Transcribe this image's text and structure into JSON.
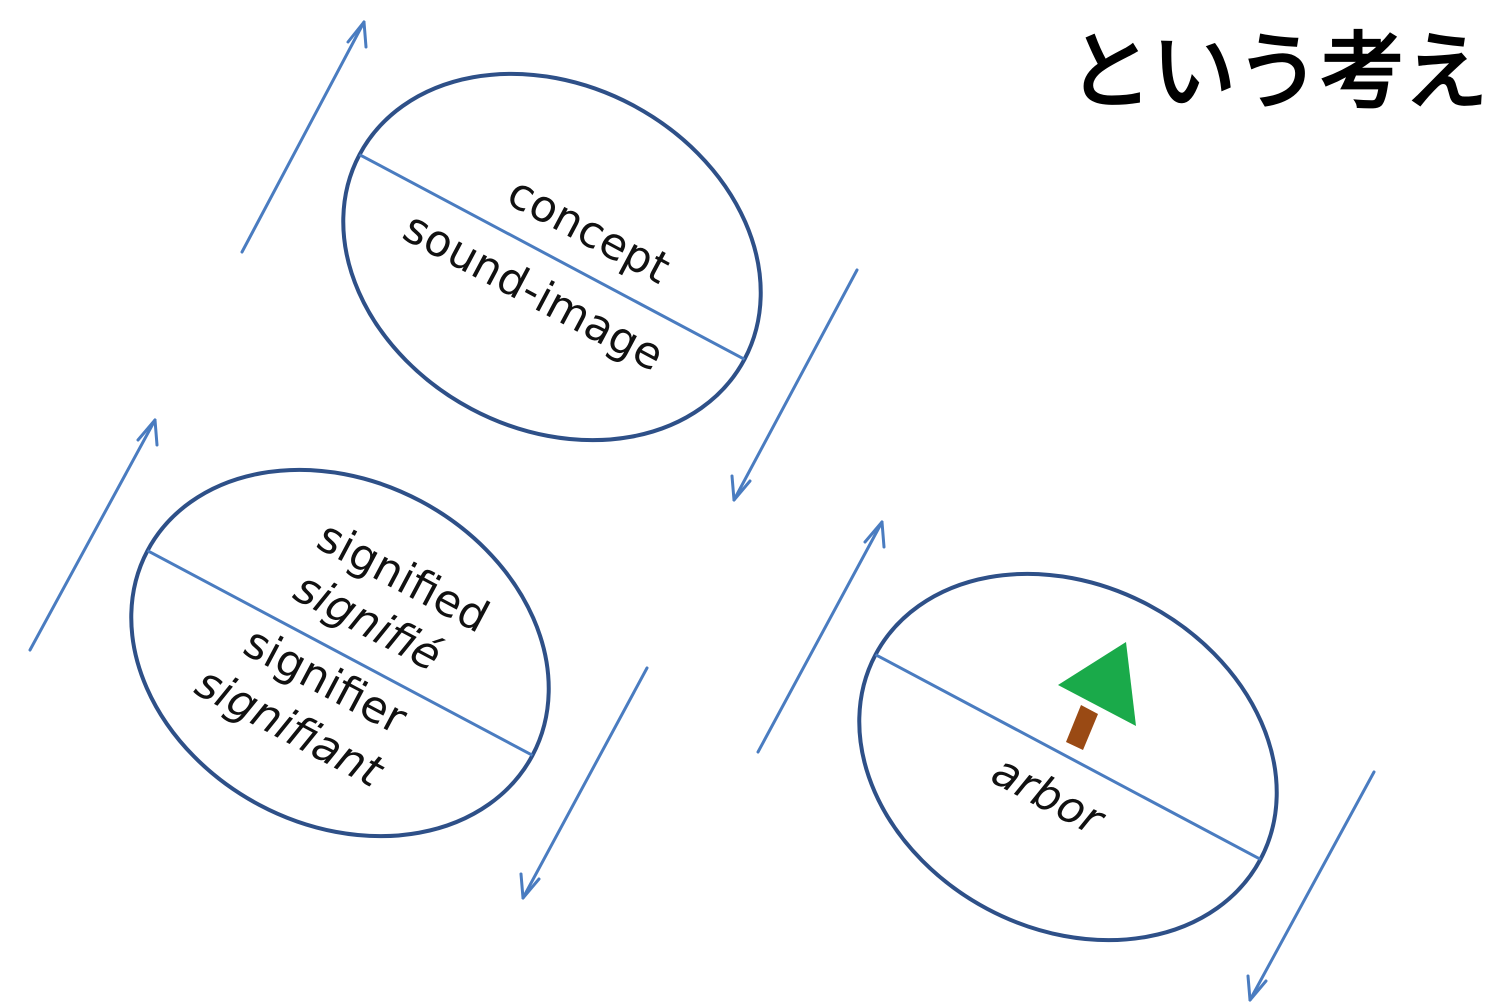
{
  "heading": "という考え",
  "sign_model": {
    "upper": "concept",
    "lower": "sound-image"
  },
  "sign_terms": {
    "signified_en": "signified",
    "signified_fr": "signifié",
    "signifier_en": "signifier",
    "signifier_fr": "signifiant"
  },
  "sign_example": {
    "upper_icon": "tree-icon",
    "lower": "arbor"
  },
  "colors": {
    "ellipse_outline": "#2e5088",
    "line_and_arrows": "#4a7cc0",
    "tree_crown": "#1aaa4a",
    "tree_trunk": "#9a4a14"
  }
}
